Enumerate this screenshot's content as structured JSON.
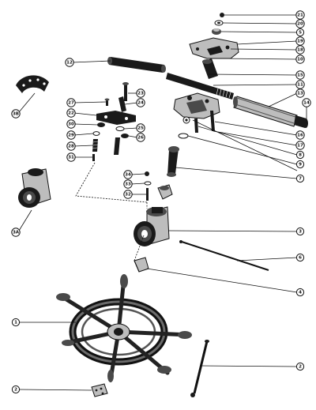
{
  "callouts": [
    {
      "id": "c21",
      "label": "21"
    },
    {
      "id": "c20",
      "label": "20"
    },
    {
      "id": "c5",
      "label": "5"
    },
    {
      "id": "c19",
      "label": "19"
    },
    {
      "id": "c18",
      "label": "18"
    },
    {
      "id": "c10",
      "label": "10"
    },
    {
      "id": "c12",
      "label": "12"
    },
    {
      "id": "c15",
      "label": "15"
    },
    {
      "id": "c11",
      "label": "11"
    },
    {
      "id": "c13",
      "label": "13"
    },
    {
      "id": "c14",
      "label": "14"
    },
    {
      "id": "c27",
      "label": "27"
    },
    {
      "id": "c23",
      "label": "23"
    },
    {
      "id": "c22",
      "label": "22"
    },
    {
      "id": "c24",
      "label": "24"
    },
    {
      "id": "c30",
      "label": "30"
    },
    {
      "id": "c25",
      "label": "25"
    },
    {
      "id": "c29",
      "label": "29"
    },
    {
      "id": "c26",
      "label": "26"
    },
    {
      "id": "c28",
      "label": "28"
    },
    {
      "id": "c31",
      "label": "31"
    },
    {
      "id": "c16",
      "label": "16"
    },
    {
      "id": "c17",
      "label": "17"
    },
    {
      "id": "c8",
      "label": "8"
    },
    {
      "id": "c9",
      "label": "9"
    },
    {
      "id": "c7",
      "label": "7"
    },
    {
      "id": "c34",
      "label": "34"
    },
    {
      "id": "c33",
      "label": "33"
    },
    {
      "id": "c32",
      "label": "32"
    },
    {
      "id": "c3",
      "label": "3"
    },
    {
      "id": "c6",
      "label": "6"
    },
    {
      "id": "c4",
      "label": "4"
    },
    {
      "id": "c1",
      "label": "1"
    },
    {
      "id": "c2",
      "label": "2"
    },
    {
      "id": "c3a",
      "label": "3A"
    },
    {
      "id": "c3b",
      "label": "3B"
    },
    {
      "id": "c2b",
      "label": "2"
    }
  ]
}
